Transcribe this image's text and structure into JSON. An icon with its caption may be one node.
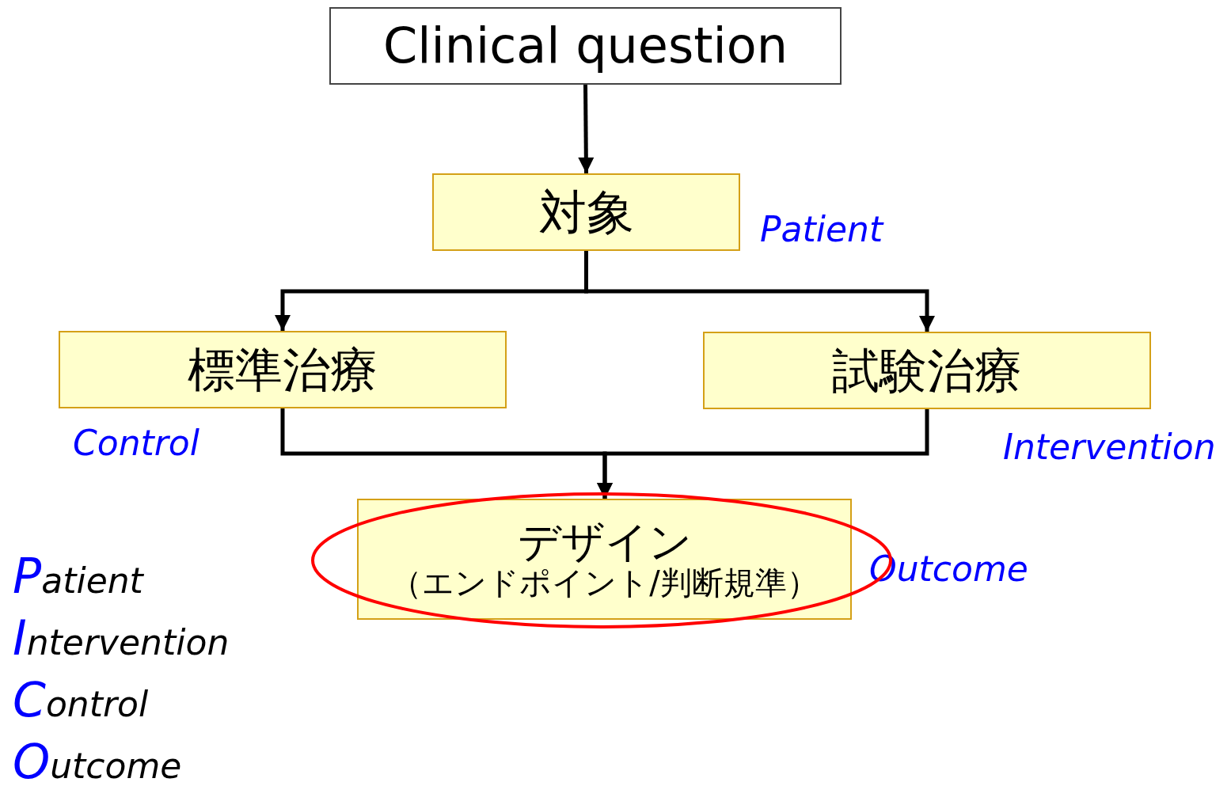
{
  "diagram": {
    "nodes": [
      {
        "text": [
          "Clinical question"
        ]
      },
      {
        "text": [
          "対象"
        ],
        "beside": [
          "Patient"
        ]
      },
      {
        "text": [
          "標準治療"
        ],
        "beside": [
          "Control"
        ]
      },
      {
        "text": [
          "試験治療"
        ],
        "beside": [
          "Intervention"
        ]
      },
      {
        "text": [
          "デザイン",
          "（エンドポイント/判断規準）"
        ],
        "beside": [
          "Outcome"
        ]
      }
    ],
    "edges": [
      {
        "from": 0,
        "to": 1,
        "arrow": "to"
      },
      {
        "from": 1,
        "to": 2,
        "arrow": "to"
      },
      {
        "from": 1,
        "to": 3,
        "arrow": "to"
      },
      {
        "from": 2,
        "to": 4,
        "arrow": "to"
      },
      {
        "from": 3,
        "to": 4,
        "arrow": "to"
      }
    ],
    "labels": [
      "Patient",
      "Intervention",
      "Control",
      "Outcome"
    ]
  }
}
